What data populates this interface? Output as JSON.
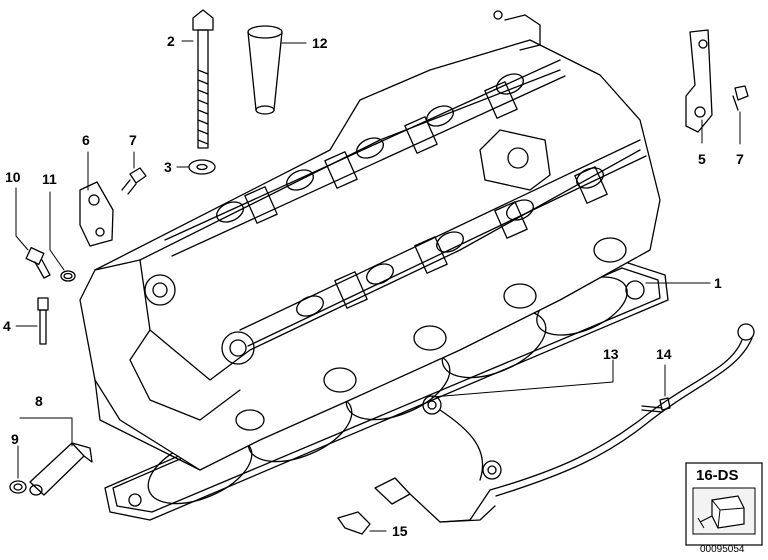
{
  "callouts": {
    "c1": "1",
    "c2": "2",
    "c3": "3",
    "c4": "4",
    "c5": "5",
    "c6": "6",
    "c7a": "7",
    "c7b": "7",
    "c8": "8",
    "c9": "9",
    "c10": "10",
    "c11": "11",
    "c12": "12",
    "c13": "13",
    "c14": "14",
    "c15": "15"
  },
  "badge": {
    "label": "16-DS"
  },
  "figure_id": "00095054"
}
